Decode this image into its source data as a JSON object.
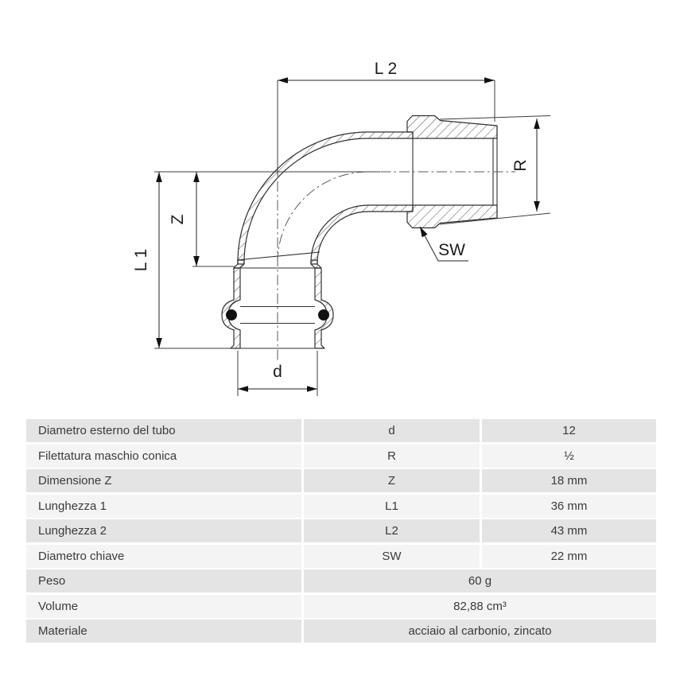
{
  "drawing": {
    "title": "90-degree press elbow with male thread - section view",
    "labels": {
      "l2": "L 2",
      "r": "R",
      "z": "Z",
      "l1": "L 1",
      "d": "d",
      "sw": "SW"
    }
  },
  "table": {
    "rows": [
      {
        "label": "Diametro esterno del tubo",
        "symbol": "d",
        "value": "12"
      },
      {
        "label": "Filettatura maschio conica",
        "symbol": "R",
        "value": "½"
      },
      {
        "label": "Dimensione Z",
        "symbol": "Z",
        "value": "18 mm"
      },
      {
        "label": "Lunghezza 1",
        "symbol": "L1",
        "value": "36 mm"
      },
      {
        "label": "Lunghezza 2",
        "symbol": "L2",
        "value": "43 mm"
      },
      {
        "label": "Diametro chiave",
        "symbol": "SW",
        "value": "22 mm"
      }
    ],
    "merged_rows": [
      {
        "label": "Peso",
        "value": "60 g"
      },
      {
        "label": "Volume",
        "value": "82,88 cm³"
      },
      {
        "label": "Materiale",
        "value": "acciaio al carbonio, zincato"
      }
    ]
  },
  "colors": {
    "row_dark": "#e4e4e4",
    "row_light": "#f4f4f4",
    "part_line": "#2f2f2f",
    "dim_line": "#3d3d3d"
  }
}
